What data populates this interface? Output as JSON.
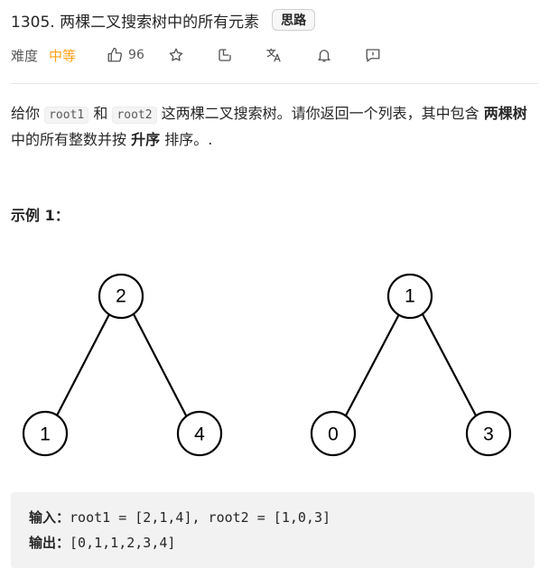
{
  "problem": {
    "title": "1305. 两棵二叉搜索树中的所有元素",
    "hint_button": "思路"
  },
  "meta": {
    "difficulty_label": "难度",
    "difficulty_value": "中等",
    "like_count": "96",
    "difficulty_color": "#ffa116",
    "icons": [
      "thumbs-up-icon",
      "star-icon",
      "share-icon",
      "translate-icon",
      "bell-icon",
      "feedback-icon"
    ]
  },
  "description": {
    "p1_a": "给你 ",
    "code1": "root1",
    "p1_b": " 和 ",
    "code2": "root2",
    "p1_c": " 这两棵二叉搜索树。请你返回一个列表，其中包含 ",
    "bold1": "两棵树",
    "p1_d": " 中的所有整数并按 ",
    "bold2": "升序",
    "p1_e": " 排序。."
  },
  "example": {
    "heading": "示例 1：",
    "tree1": {
      "root": "2",
      "left": "1",
      "right": "4"
    },
    "tree2": {
      "root": "1",
      "left": "0",
      "right": "3"
    },
    "input_label": "输入：",
    "input_value": "root1 = [2,1,4], root2 = [1,0,3]",
    "output_label": "输出：",
    "output_value": "[0,1,1,2,3,4]"
  }
}
